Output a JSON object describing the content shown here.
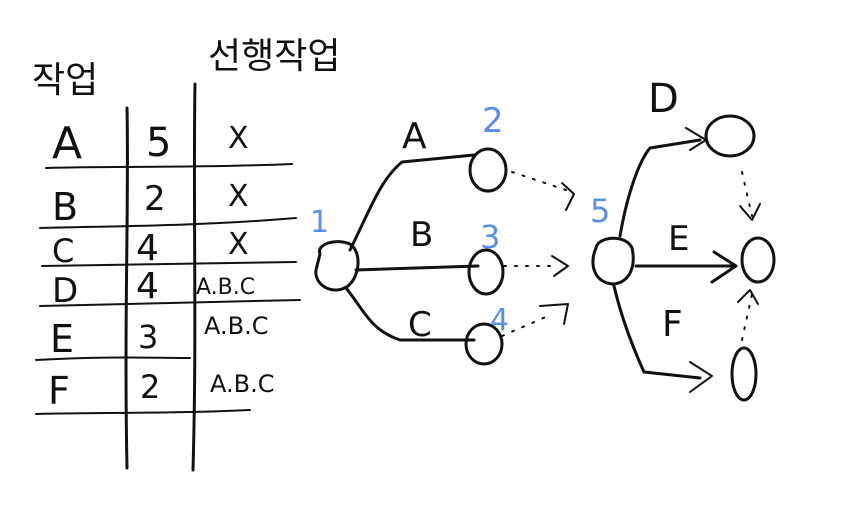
{
  "colors": {
    "ink": "#111111",
    "accent": "#5b8ee6"
  },
  "table": {
    "header_task": "작업",
    "header_prereq": "선행작업",
    "rows": [
      {
        "task": "A",
        "duration": "5",
        "prereq": "X"
      },
      {
        "task": "B",
        "duration": "2",
        "prereq": "X"
      },
      {
        "task": "C",
        "duration": "4",
        "prereq": "X"
      },
      {
        "task": "D",
        "duration": "4",
        "prereq": "A.B.C"
      },
      {
        "task": "E",
        "duration": "3",
        "prereq": "A.B.C"
      },
      {
        "task": "F",
        "duration": "2",
        "prereq": "A.B.C"
      }
    ]
  },
  "network": {
    "node_labels": [
      "1",
      "2",
      "3",
      "4",
      "5"
    ],
    "edge_labels": [
      "A",
      "B",
      "C",
      "D",
      "E",
      "F"
    ]
  }
}
